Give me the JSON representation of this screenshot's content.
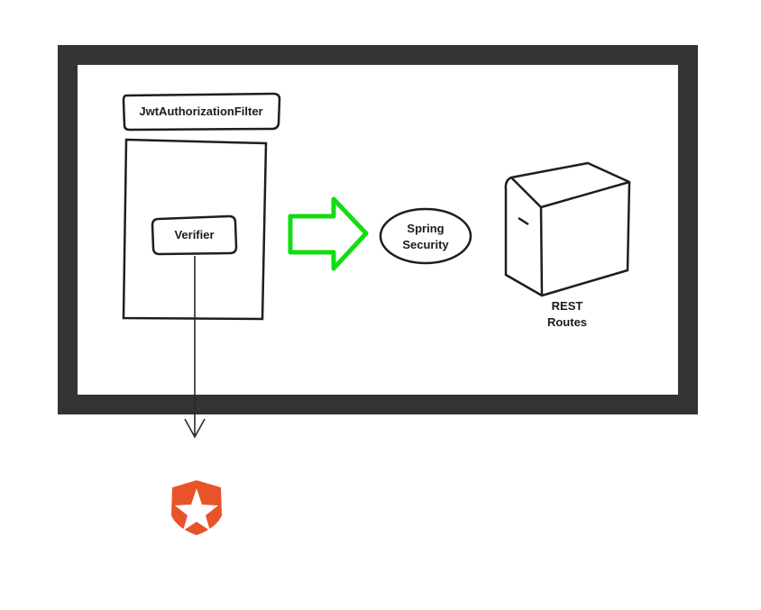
{
  "filter_label": "JwtAuthorizationFilter",
  "verifier_label": "Verifier",
  "spring_security": {
    "line1": "Spring",
    "line2": "Security"
  },
  "rest_routes": {
    "line1": "REST",
    "line2": "Routes"
  },
  "colors": {
    "frame": "#333333",
    "stroke": "#1e1e1e",
    "arrow_green": "#11dd11",
    "logo_orange": "#e8532a"
  },
  "icons": {
    "flow_arrow": "green-right-arrow-icon",
    "server": "server-box-icon",
    "logo": "shield-star-logo-icon"
  }
}
